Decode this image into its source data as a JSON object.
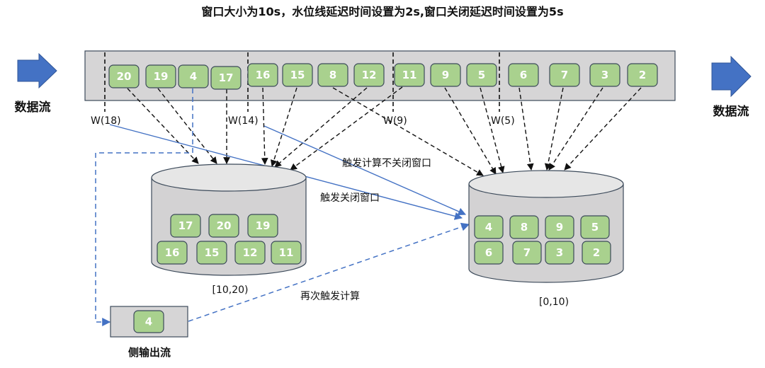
{
  "title": "窗口大小为10s，水位线延迟时间设置为2s,窗口关闭延迟时间设置为5s",
  "colors": {
    "element_fill": "#a9d18e",
    "element_stroke": "#3c4a5a",
    "stream_fill": "#d6d5d6",
    "cylinder_body": "#d3d2d3",
    "cylinder_top": "#e6e6e6",
    "flow_arrow": "#4472c4",
    "trigger_line": "#4472c4",
    "late_line": "#4472c4"
  },
  "flow": {
    "input_label": "数据流",
    "output_label": "数据流",
    "direction": "right"
  },
  "stream": {
    "elements": [
      "20",
      "19",
      "4",
      "17",
      "16",
      "15",
      "8",
      "12",
      "11",
      "9",
      "5",
      "6",
      "7",
      "3",
      "2"
    ],
    "watermarks": [
      {
        "label": "W(18)",
        "after_element": "none"
      },
      {
        "label": "W(14)",
        "after_element": "17"
      },
      {
        "label": "W(9)",
        "after_element": "12"
      },
      {
        "label": "W(5)",
        "after_element": "5"
      }
    ]
  },
  "windows": [
    {
      "id": "window-10-20",
      "range_label": "[10,20)",
      "rows": [
        [
          "17",
          "20",
          "19"
        ],
        [
          "16",
          "15",
          "12",
          "11"
        ]
      ]
    },
    {
      "id": "window-0-10",
      "range_label": "[0,10)",
      "rows": [
        [
          "4",
          "8",
          "9",
          "5"
        ],
        [
          "6",
          "7",
          "3",
          "2"
        ]
      ]
    }
  ],
  "annotations": {
    "trigger_no_close": "触发计算不关闭窗口",
    "trigger_close": "触发关闭窗口",
    "retrigger": "再次触发计算"
  },
  "side_output": {
    "label": "侧输出流",
    "elements": [
      "4"
    ]
  }
}
